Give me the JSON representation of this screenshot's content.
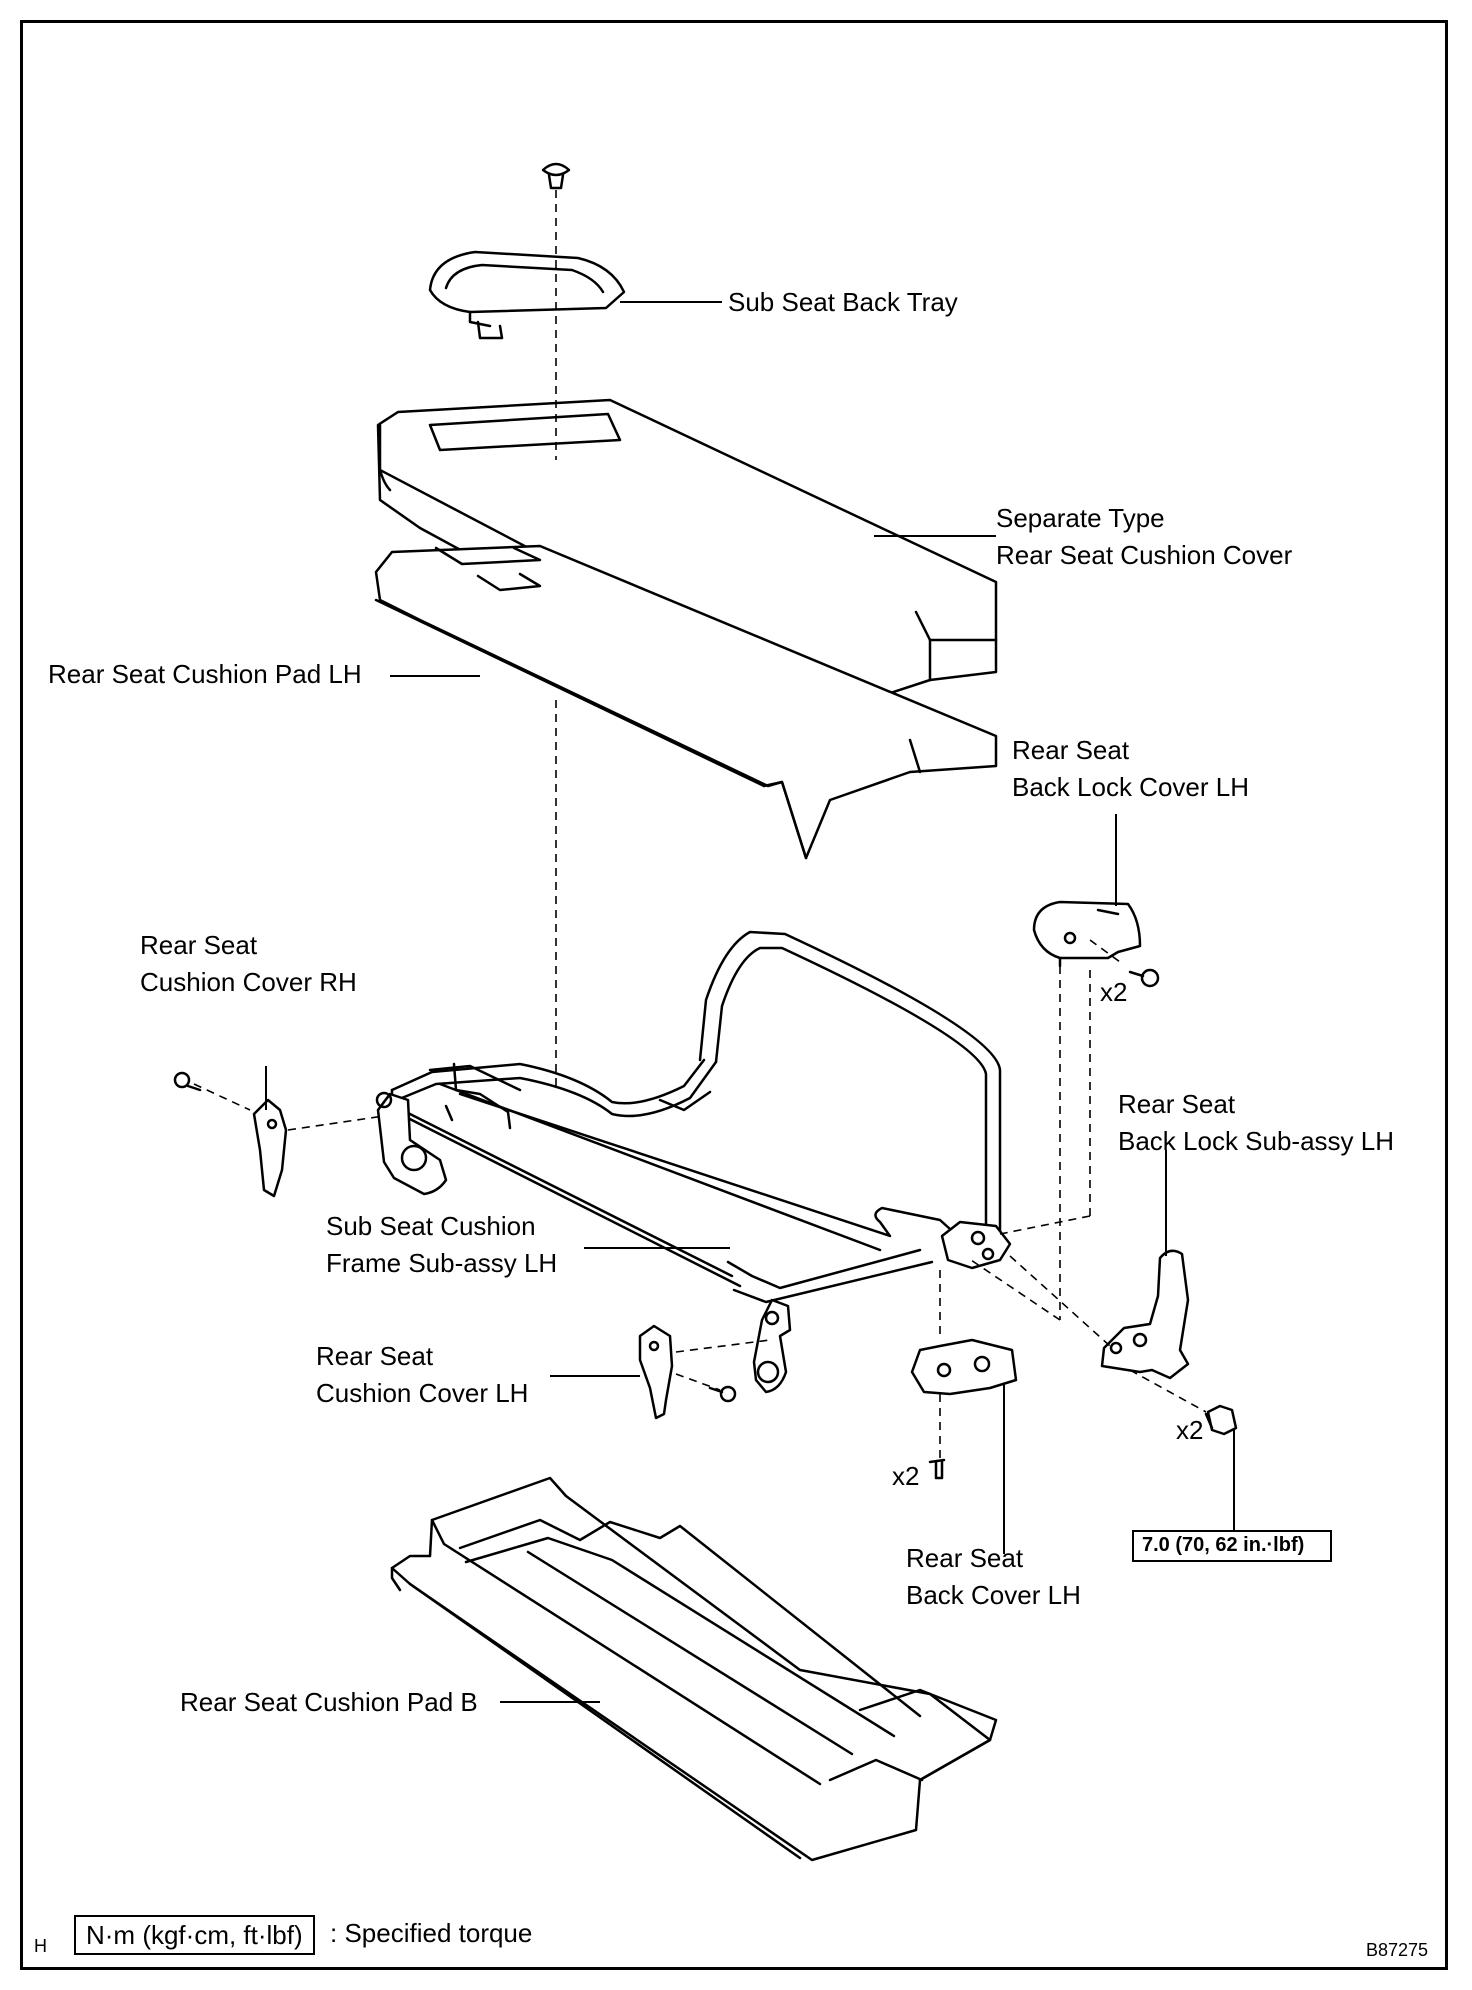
{
  "labels": {
    "sub_seat_back_tray": "Sub Seat Back Tray",
    "separate_type_l1": "Separate Type",
    "separate_type_l2": "Rear Seat Cushion Cover",
    "cushion_pad_lh": "Rear Seat Cushion Pad LH",
    "back_lock_cover_l1": "Rear Seat",
    "back_lock_cover_l2": "Back Lock Cover LH",
    "cushion_cover_rh_l1": "Rear Seat",
    "cushion_cover_rh_l2": "Cushion Cover RH",
    "back_lock_subassy_l1": "Rear Seat",
    "back_lock_subassy_l2": "Back Lock Sub-assy LH",
    "frame_l1": "Sub Seat Cushion",
    "frame_l2": "Frame Sub-assy LH",
    "cushion_cover_lh_l1": "Rear Seat",
    "cushion_cover_lh_l2": "Cushion Cover LH",
    "back_cover_l1": "Rear Seat",
    "back_cover_l2": "Back Cover LH",
    "cushion_pad_b": "Rear Seat Cushion Pad B",
    "qty_lock_cover": "x2",
    "qty_back_cover": "x2",
    "qty_lock_subassy": "x2"
  },
  "torque_value": "7.0 (70, 62 in.·lbf)",
  "legend": {
    "unit": "N·m (kgf·cm, ft·lbf)",
    "text": ": Specified torque"
  },
  "corner_letter": "H",
  "figure_code": "B87275"
}
